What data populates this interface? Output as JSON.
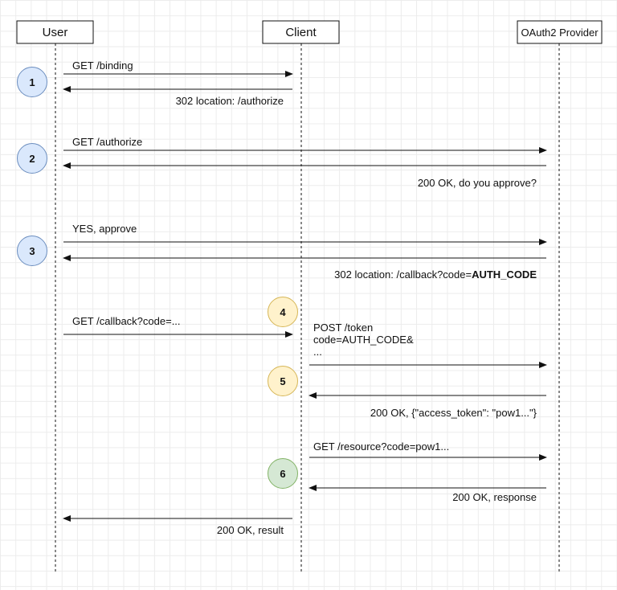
{
  "participants": [
    {
      "id": "user",
      "label": "User"
    },
    {
      "id": "client",
      "label": "Client"
    },
    {
      "id": "provider",
      "label": "OAuth2 Provider"
    }
  ],
  "steps": [
    {
      "number": "1",
      "color": "blue"
    },
    {
      "number": "2",
      "color": "blue"
    },
    {
      "number": "3",
      "color": "blue"
    },
    {
      "number": "4",
      "color": "yellow"
    },
    {
      "number": "5",
      "color": "yellow"
    },
    {
      "number": "6",
      "color": "green"
    }
  ],
  "messages": [
    {
      "label": "GET /binding"
    },
    {
      "label": "302 location: /authorize"
    },
    {
      "label": "GET /authorize"
    },
    {
      "label": "200 OK, do you approve?"
    },
    {
      "label": "YES, approve"
    },
    {
      "label": "302 location: /callback?code=",
      "bold_suffix": "AUTH_CODE"
    },
    {
      "label": "GET /callback?code=..."
    },
    {
      "lines": [
        "POST /token",
        "code=AUTH_CODE&",
        "..."
      ]
    },
    {
      "label": "200 OK, {\"access_token\": \"pow1...\"}"
    },
    {
      "label": "GET /resource?code=pow1..."
    },
    {
      "label": "200 OK, response"
    },
    {
      "label": "200 OK, result"
    }
  ],
  "colors": {
    "blue_fill": "#dae8fc",
    "blue_stroke": "#6c8ebf",
    "yellow_fill": "#fff2cc",
    "yellow_stroke": "#d6b656",
    "green_fill": "#d5e8d4",
    "green_stroke": "#82b366",
    "line": "#111111"
  }
}
